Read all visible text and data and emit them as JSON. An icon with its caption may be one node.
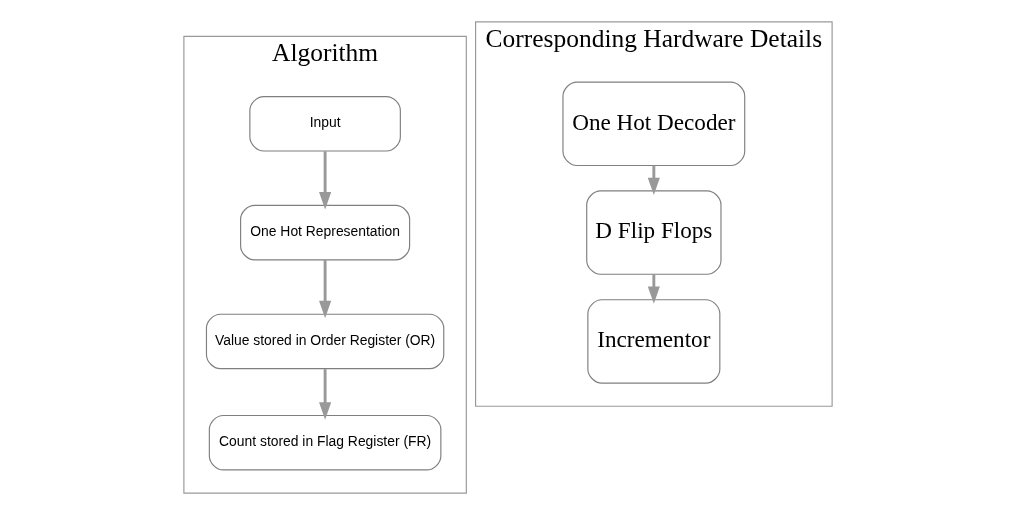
{
  "diagram": {
    "nodes": [
      {
        "text": [
          "Algorithm"
        ]
      },
      {
        "text": [
          "Input"
        ],
        "in": 0
      },
      {
        "text": [
          "One Hot Representation"
        ],
        "in": 0
      },
      {
        "text": [
          "Value stored in Order Register (OR)"
        ],
        "in": 0
      },
      {
        "text": [
          "Count stored in Flag Register (FR)"
        ],
        "in": 0
      },
      {
        "text": [
          "Corresponding Hardware Details"
        ]
      },
      {
        "text": [
          "One Hot Decoder"
        ],
        "in": 5
      },
      {
        "text": [
          "D Flip Flops"
        ],
        "in": 5
      },
      {
        "text": [
          "Incrementor"
        ],
        "in": 5
      }
    ],
    "edges": [
      {
        "from": 1,
        "to": 2,
        "arrow": "to"
      },
      {
        "from": 2,
        "to": 3,
        "arrow": "to"
      },
      {
        "from": 3,
        "to": 4,
        "arrow": "to"
      },
      {
        "from": 6,
        "to": 7,
        "arrow": "to"
      },
      {
        "from": 7,
        "to": 8,
        "arrow": "to"
      }
    ]
  }
}
